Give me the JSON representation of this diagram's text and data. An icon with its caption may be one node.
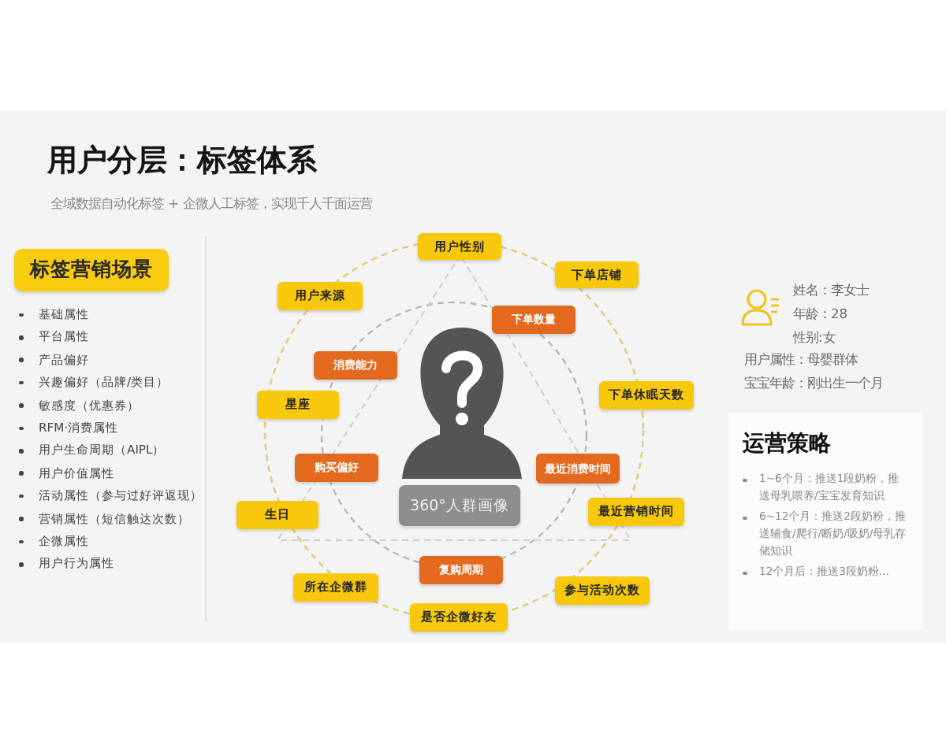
{
  "diagram": {
    "title": "用户分层：标签体系",
    "nodes": [
      {
        "text": [
          "标签营销场景"
        ]
      },
      {
        "text": [
          "用户性别"
        ]
      },
      {
        "text": [
          "下单店铺"
        ]
      },
      {
        "text": [
          "用户来源"
        ]
      },
      {
        "text": [
          "下单数量"
        ]
      },
      {
        "text": [
          "消费能力"
        ]
      },
      {
        "text": [
          "星座"
        ]
      },
      {
        "text": [
          "下单休眠天数"
        ]
      },
      {
        "text": [
          "购买偏好"
        ]
      },
      {
        "text": [
          "最近消费时间"
        ]
      },
      {
        "text": [
          "360°人群画像"
        ]
      },
      {
        "text": [
          "生日"
        ]
      },
      {
        "text": [
          "最近营销时间"
        ]
      },
      {
        "text": [
          "复购周期"
        ]
      },
      {
        "text": [
          "所在企微群"
        ]
      },
      {
        "text": [
          "参与活动次数"
        ]
      },
      {
        "text": [
          "是否企微好友"
        ]
      },
      {
        "text": [
          "运营策略",
          "1~6个月：推送1段奶粉，推送母乳喂养/宝宝发育知识",
          "6~12个月：推送2段奶粉，推送辅食/爬行/断奶/吸奶/母乳存储知识",
          "12个月后：推送3段奶粉..."
        ]
      }
    ],
    "labels": [
      "全域数据自动化标签 + 企微人工标签，实现千人千面运营",
      "基础属性",
      "平台属性",
      "产品偏好",
      "兴趣偏好（品牌/类目）",
      "敏感度（优惠券）",
      "RFM·消费属性",
      "用户生命周期（AIPL）",
      "用户价值属性",
      "活动属性（参与过好评返现）",
      "营销属性（短信触达次数）",
      "企微属性",
      "用户行为属性",
      "姓名：李女士",
      "年龄：28",
      "性别:女",
      "用户属性：母婴群体",
      "宝宝年龄：刚出生一个月"
    ]
  }
}
